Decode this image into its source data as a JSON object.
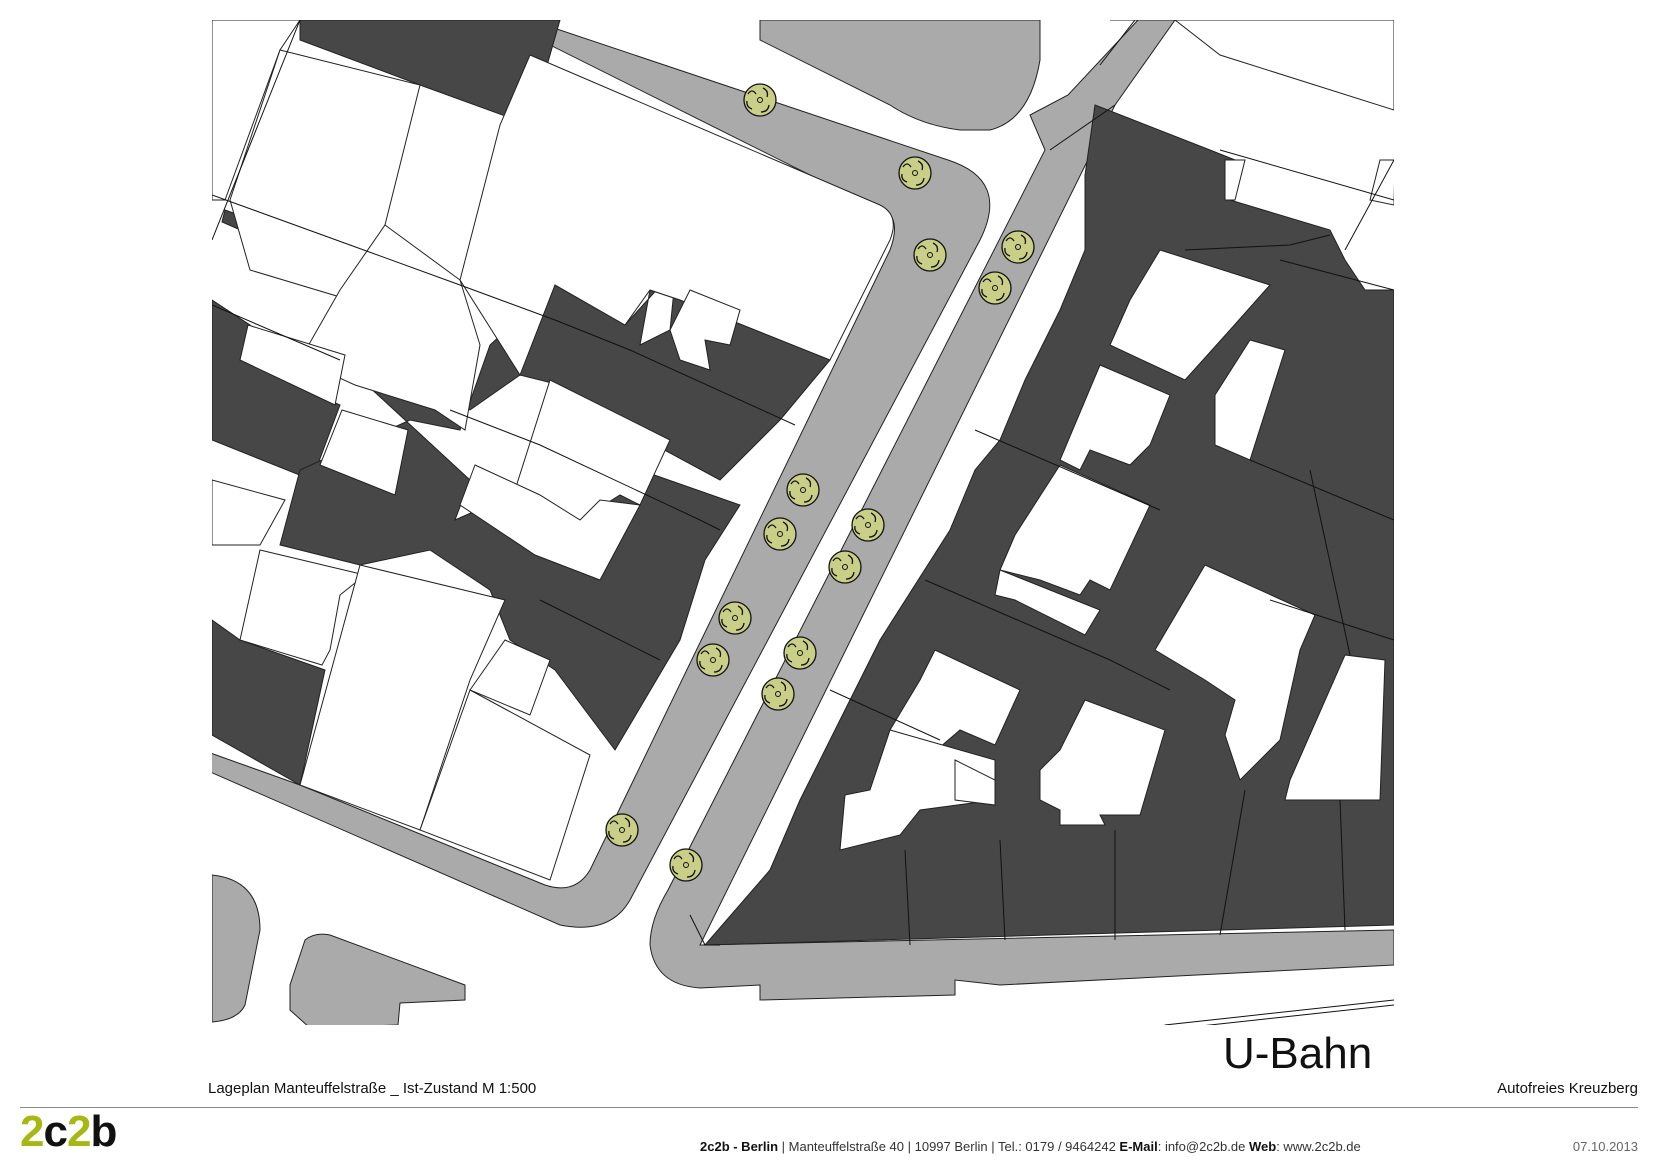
{
  "map": {
    "station_label": "U-Bahn",
    "colors": {
      "building_dark": "#474747",
      "building_light": "#ffffff",
      "sidewalk": "#aaaaaa",
      "tree_fill": "#c9cf86"
    },
    "tree_icon": "tree-symbol"
  },
  "title_block": {
    "plan_title": "Lageplan Manteuffelstraße _ Ist-Zustand   M 1:500",
    "project_name": "Autofreies Kreuzberg"
  },
  "logo": {
    "parts": [
      {
        "text": "2",
        "color": "#a6b814"
      },
      {
        "text": "c",
        "color": "#111111"
      },
      {
        "text": "2",
        "color": "#a6b814"
      },
      {
        "text": "b",
        "color": "#111111"
      }
    ]
  },
  "footer": {
    "company": "2c2b - Berlin",
    "address": " | Manteuffelstraße 40 | 10997 Berlin | Tel.: 0179 / 9464242  ",
    "email_label": "E-Mail",
    "email": ": info@2c2b.de  ",
    "web_label": "Web",
    "web": ": www.2c2b.de",
    "date": "07.10.2013"
  }
}
